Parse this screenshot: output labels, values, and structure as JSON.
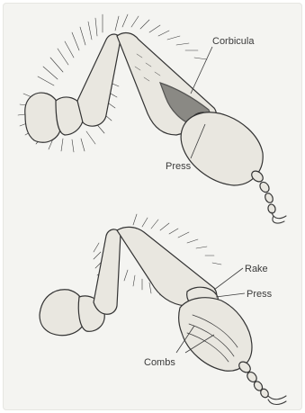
{
  "labels": {
    "top_corbicula": "Corbicula",
    "top_press": "Press",
    "bottom_rake": "Rake",
    "bottom_press": "Press",
    "bottom_combs": "Combs"
  },
  "colors": {
    "background": "#f4f4f1",
    "ink": "#3c3c3c"
  }
}
